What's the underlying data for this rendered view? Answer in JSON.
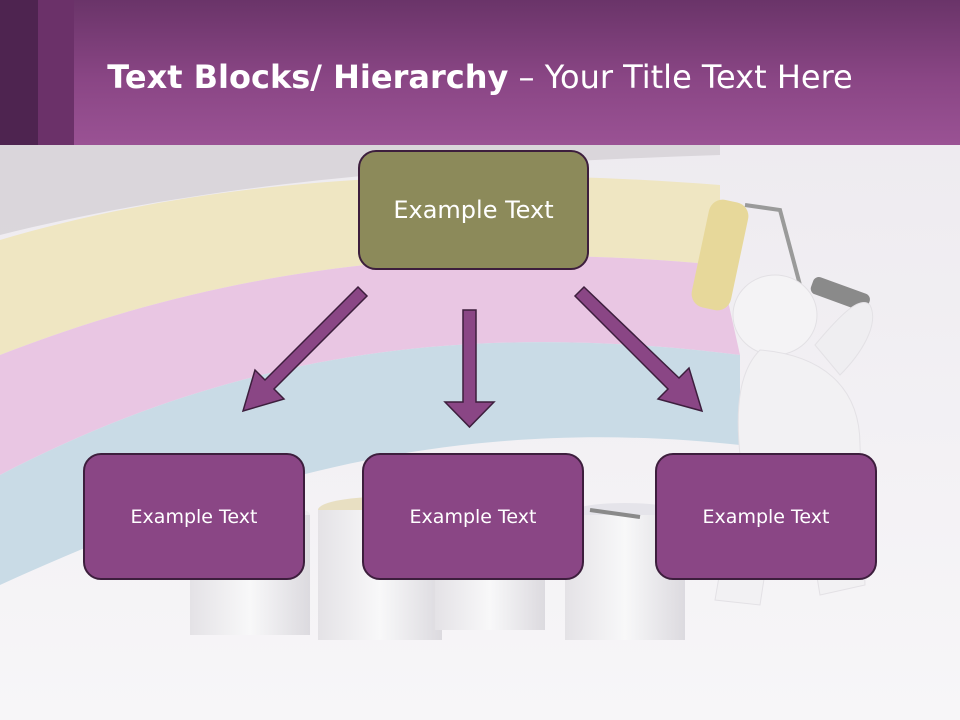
{
  "header": {
    "title_bold": "Text Blocks/ Hierarchy",
    "title_rest": " – Your Title Text Here"
  },
  "diagram": {
    "root": {
      "label": "Example Text"
    },
    "children": [
      {
        "label": "Example Text"
      },
      {
        "label": "Example Text"
      },
      {
        "label": "Example Text"
      }
    ]
  },
  "colors": {
    "header": "#8a4685",
    "root_box": "#8c8a5a",
    "child_box": "#8a4685",
    "arrow": "#8a4685",
    "border": "#3d1e3d"
  }
}
